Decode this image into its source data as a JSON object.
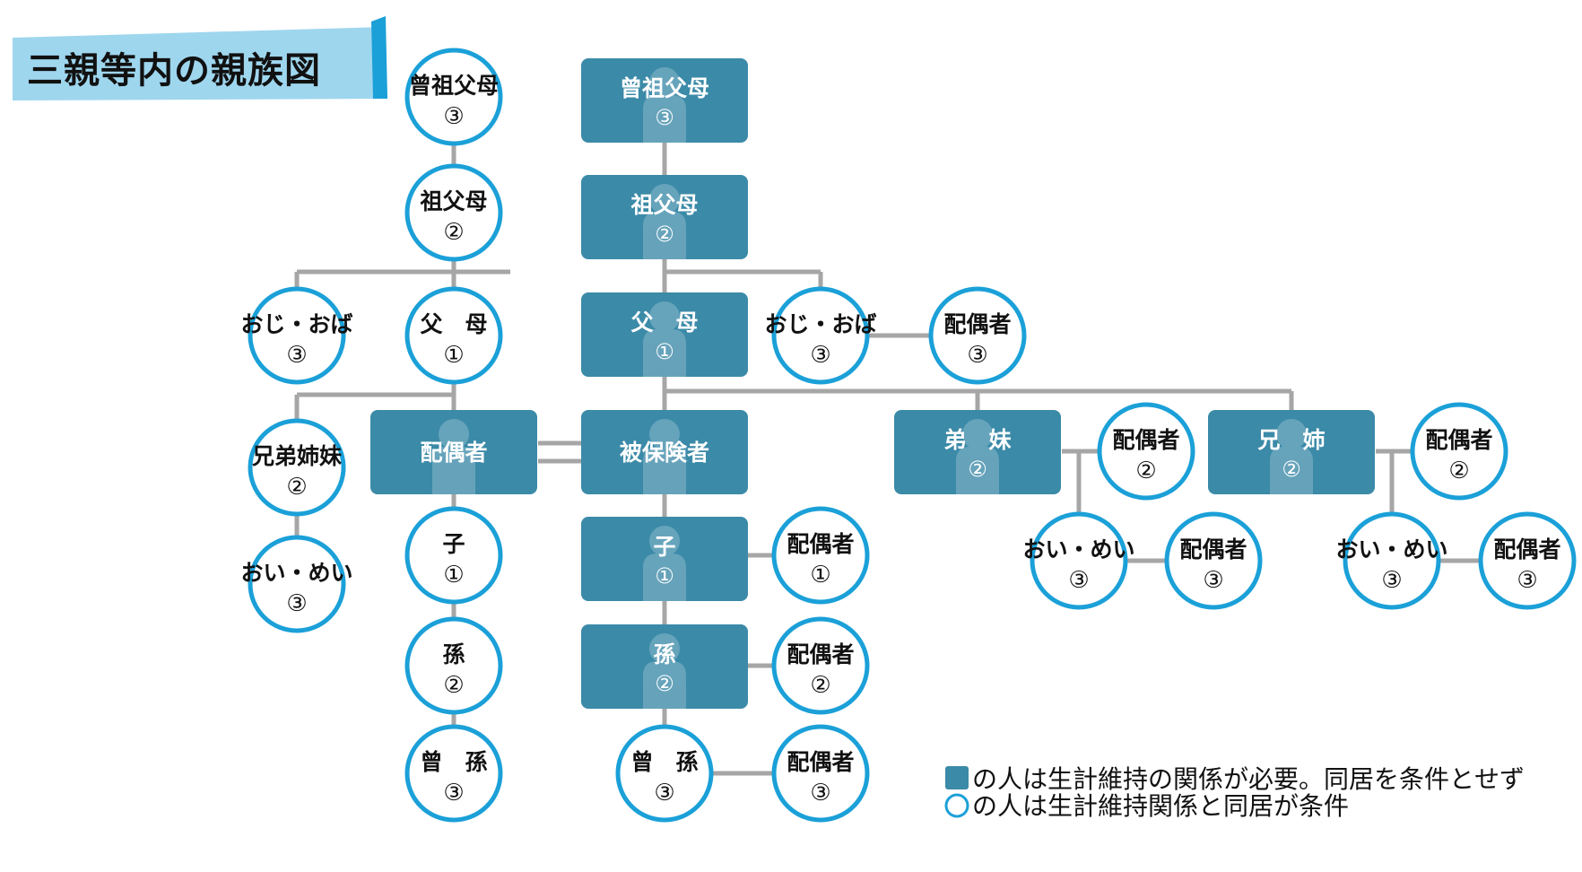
{
  "title": "三親等内の親族図",
  "colors": {
    "rect_fill": "#3b8aa8",
    "circle_stroke": "#1ba0d8",
    "line": "#a6a6a6",
    "title_band": "#9ed6ee",
    "title_accent": "#1ba0d8"
  },
  "nodes": {
    "l_hiso": {
      "name": "曾祖父母",
      "deg": "③"
    },
    "l_so": {
      "name": "祖父母",
      "deg": "②"
    },
    "l_oji": {
      "name": "おじ・おば",
      "deg": "③"
    },
    "l_fubo": {
      "name": "父　母",
      "deg": "①"
    },
    "l_kyo": {
      "name": "兄弟姉妹",
      "deg": "②"
    },
    "l_oi": {
      "name": "おい・めい",
      "deg": "③"
    },
    "spouse": {
      "name": "配偶者",
      "deg": ""
    },
    "l_ko": {
      "name": "子",
      "deg": "①"
    },
    "l_mago": {
      "name": "孫",
      "deg": "②"
    },
    "l_himago": {
      "name": "曾　孫",
      "deg": "③"
    },
    "m_hiso": {
      "name": "曾祖父母",
      "deg": "③"
    },
    "m_so": {
      "name": "祖父母",
      "deg": "②"
    },
    "m_fubo": {
      "name": "父　母",
      "deg": "①"
    },
    "insured": {
      "name": "被保険者",
      "deg": ""
    },
    "m_ko": {
      "name": "子",
      "deg": "①"
    },
    "m_mago": {
      "name": "孫",
      "deg": "②"
    },
    "m_himago": {
      "name": "曾　孫",
      "deg": "③"
    },
    "r_oji": {
      "name": "おじ・おば",
      "deg": "③"
    },
    "r_oji_sp": {
      "name": "配偶者",
      "deg": "③"
    },
    "r_ko_sp": {
      "name": "配偶者",
      "deg": "①"
    },
    "r_mago_sp": {
      "name": "配偶者",
      "deg": "②"
    },
    "r_himago_sp": {
      "name": "配偶者",
      "deg": "③"
    },
    "otomu": {
      "name": "弟　妹",
      "deg": "②"
    },
    "otomu_sp": {
      "name": "配偶者",
      "deg": "②"
    },
    "otomu_oi": {
      "name": "おい・めい",
      "deg": "③"
    },
    "otomu_oi_sp": {
      "name": "配偶者",
      "deg": "③"
    },
    "ani": {
      "name": "兄　姉",
      "deg": "②"
    },
    "ani_sp": {
      "name": "配偶者",
      "deg": "②"
    },
    "ani_oi": {
      "name": "おい・めい",
      "deg": "③"
    },
    "ani_oi_sp": {
      "name": "配偶者",
      "deg": "③"
    }
  },
  "legend": {
    "rect": "の人は生計維持の関係が必要。同居を条件とせず",
    "circle": "の人は生計維持関係と同居が条件"
  }
}
